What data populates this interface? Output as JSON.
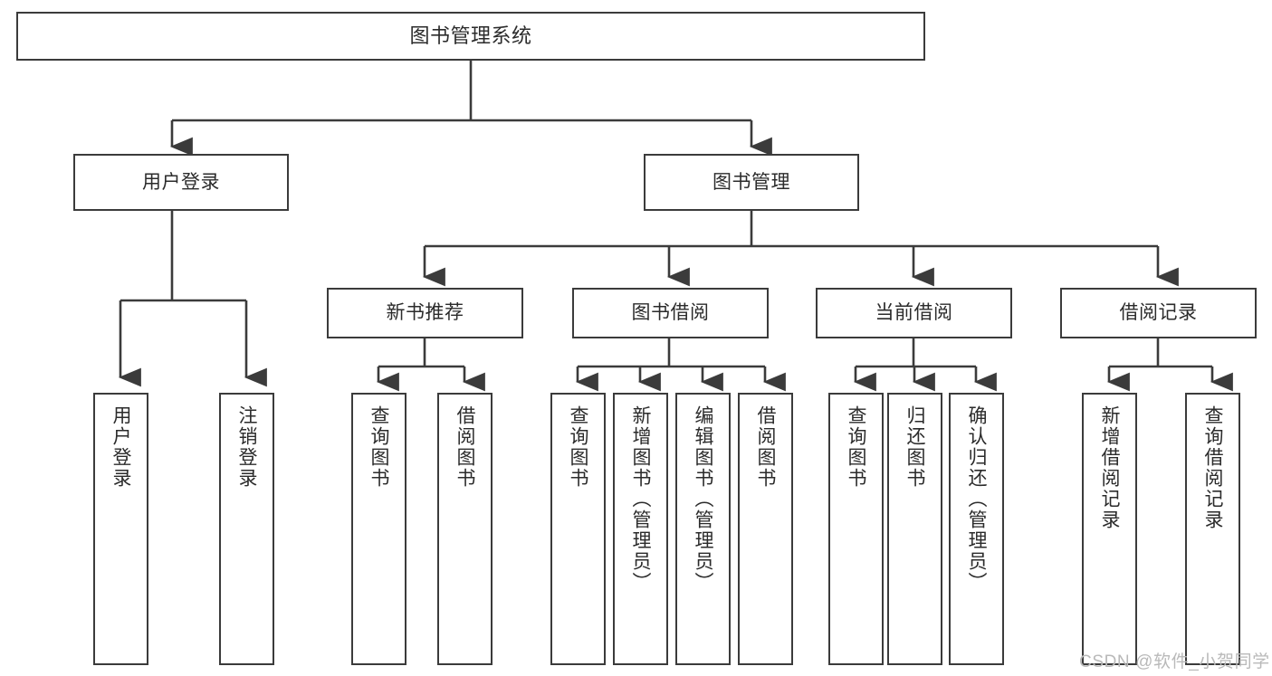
{
  "diagram": {
    "type": "tree-hierarchy",
    "title": "图书管理系统",
    "orientation": "top-down",
    "colors": {
      "box_border": "#3b3b3b",
      "box_fill": "#ffffff",
      "connector": "#3b3b3b",
      "text": "#2b2b2b",
      "watermark": "#b9b9b9",
      "canvas": "#ffffff"
    },
    "nodes": {
      "root": {
        "label": "图书管理系统",
        "level": 1,
        "text_direction": "horizontal"
      },
      "level2": [
        {
          "id": "user-login",
          "label": "用户登录",
          "text_direction": "horizontal"
        },
        {
          "id": "book-management",
          "label": "图书管理",
          "text_direction": "horizontal"
        }
      ],
      "level3": [
        {
          "id": "new-book-recommend",
          "label": "新书推荐",
          "parent": "book-management",
          "text_direction": "horizontal"
        },
        {
          "id": "book-borrow",
          "label": "图书借阅",
          "parent": "book-management",
          "text_direction": "horizontal"
        },
        {
          "id": "current-borrow",
          "label": "当前借阅",
          "parent": "book-management",
          "text_direction": "horizontal"
        },
        {
          "id": "borrow-record",
          "label": "借阅记录",
          "parent": "book-management",
          "text_direction": "horizontal"
        }
      ],
      "leaves": [
        {
          "id": "leaf-user-login",
          "label": "用户登录",
          "parent": "user-login",
          "text_direction": "vertical"
        },
        {
          "id": "leaf-logout",
          "label": "注销登录",
          "parent": "user-login",
          "text_direction": "vertical"
        },
        {
          "id": "leaf-query-book-1",
          "label": "查询图书",
          "parent": "new-book-recommend",
          "text_direction": "vertical"
        },
        {
          "id": "leaf-borrow-book-1",
          "label": "借阅图书",
          "parent": "new-book-recommend",
          "text_direction": "vertical"
        },
        {
          "id": "leaf-query-book-2",
          "label": "查询图书",
          "parent": "book-borrow",
          "text_direction": "vertical"
        },
        {
          "id": "leaf-add-book",
          "label": "新增图书（管理员）",
          "parent": "book-borrow",
          "text_direction": "vertical"
        },
        {
          "id": "leaf-edit-book",
          "label": "编辑图书（管理员）",
          "parent": "book-borrow",
          "text_direction": "vertical"
        },
        {
          "id": "leaf-borrow-book-2",
          "label": "借阅图书",
          "parent": "book-borrow",
          "text_direction": "vertical"
        },
        {
          "id": "leaf-query-book-3",
          "label": "查询图书",
          "parent": "current-borrow",
          "text_direction": "vertical"
        },
        {
          "id": "leaf-return-book",
          "label": "归还图书",
          "parent": "current-borrow",
          "text_direction": "vertical"
        },
        {
          "id": "leaf-confirm-return",
          "label": "确认归还（管理员）",
          "parent": "current-borrow",
          "text_direction": "vertical"
        },
        {
          "id": "leaf-add-record",
          "label": "新增借阅记录",
          "parent": "borrow-record",
          "text_direction": "vertical"
        },
        {
          "id": "leaf-query-record",
          "label": "查询借阅记录",
          "parent": "borrow-record",
          "text_direction": "vertical"
        }
      ]
    }
  },
  "watermark": {
    "text": "CSDN @软件_小贺同学"
  }
}
